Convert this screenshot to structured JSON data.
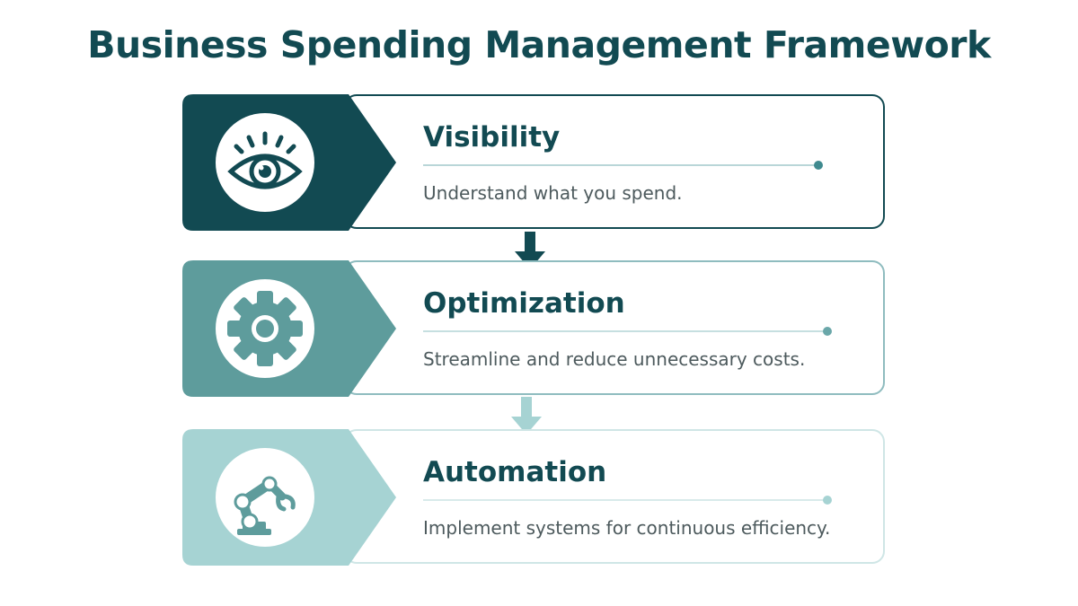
{
  "title": "Business Spending Management Framework",
  "colors": {
    "title": "#124a52",
    "step1": "#124a52",
    "step2": "#5e9c9c",
    "step3": "#a6d3d3"
  },
  "steps": [
    {
      "title": "Visibility",
      "description": "Understand what you spend.",
      "icon": "eye-icon"
    },
    {
      "title": "Optimization",
      "description": "Streamline and reduce unnecessary costs.",
      "icon": "gear-icon"
    },
    {
      "title": "Automation",
      "description": "Implement systems for continuous efficiency.",
      "icon": "robotic-arm-icon"
    }
  ]
}
